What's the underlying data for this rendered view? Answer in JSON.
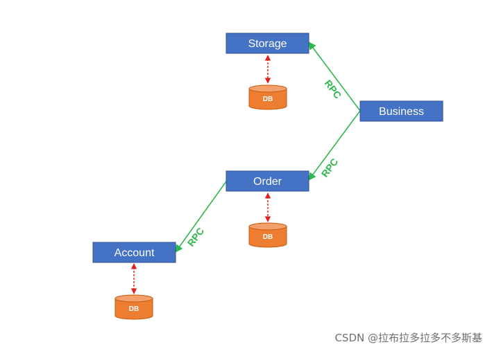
{
  "nodes": {
    "storage": {
      "label": "Storage"
    },
    "business": {
      "label": "Business"
    },
    "order": {
      "label": "Order"
    },
    "account": {
      "label": "Account"
    }
  },
  "edges": {
    "business_storage": {
      "label": "RPC"
    },
    "business_order": {
      "label": "RPC"
    },
    "order_account": {
      "label": "RPC"
    }
  },
  "databases": {
    "storage_db": {
      "label": "DB"
    },
    "order_db": {
      "label": "DB"
    },
    "account_db": {
      "label": "DB"
    }
  },
  "watermark": {
    "text": "CSDN @拉布拉多拉多不多斯基"
  },
  "colors": {
    "service_box": "#4472c4",
    "rpc_line": "#2db84d",
    "db_cylinder": "#ed7d31",
    "db_link": "#e02020"
  }
}
